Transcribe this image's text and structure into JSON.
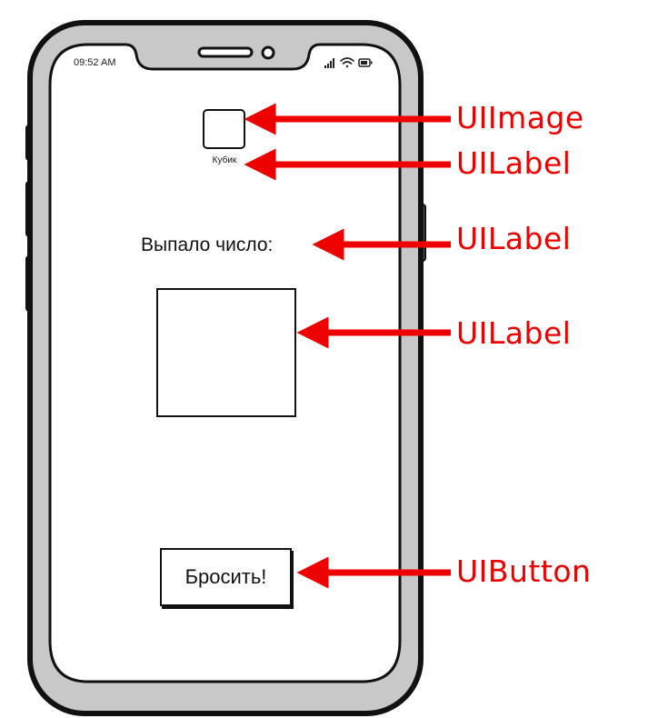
{
  "phone": {
    "status_time": "09:52 AM"
  },
  "screen": {
    "dice_caption": "Кубик",
    "result_heading": "Выпало число:",
    "result_value": "",
    "roll_button_label": "Бросить!"
  },
  "annotations": {
    "image": "UIImage",
    "caption_label": "UILabel",
    "heading_label": "UILabel",
    "result_label": "UILabel",
    "button": "UIButton"
  },
  "colors": {
    "annotation": "#ee0000",
    "frame_fill": "#c8c8c8",
    "outline": "#111111"
  },
  "icons": [
    "signal-icon",
    "wifi-icon",
    "battery-icon",
    "speaker-slot-icon",
    "camera-icon",
    "arrow-icon"
  ]
}
